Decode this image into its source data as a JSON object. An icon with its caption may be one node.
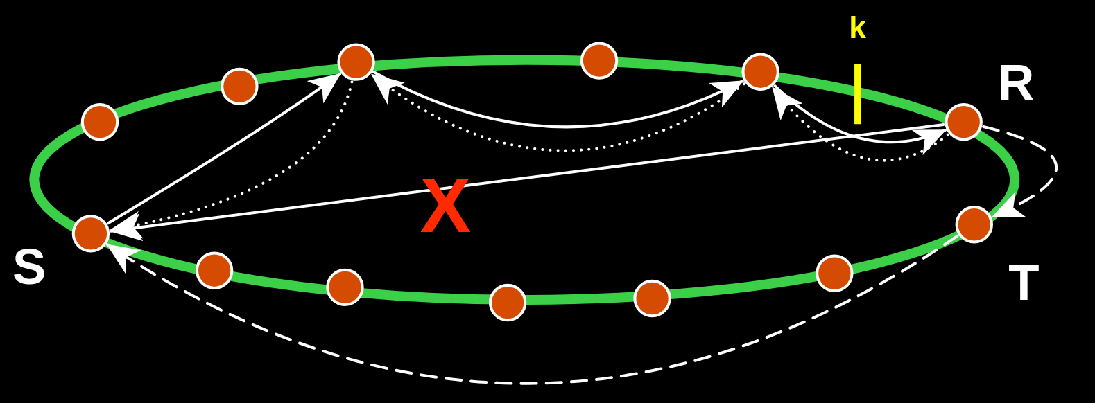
{
  "diagram": {
    "nodes": [
      {
        "text": [],
        "shape": "circle",
        "beside": [
          "S"
        ]
      },
      {
        "text": [],
        "shape": "circle"
      },
      {
        "text": [],
        "shape": "circle"
      },
      {
        "text": [],
        "shape": "circle"
      },
      {
        "text": [],
        "shape": "circle"
      },
      {
        "text": [],
        "shape": "circle"
      },
      {
        "text": [],
        "shape": "circle"
      },
      {
        "text": [],
        "shape": "circle"
      },
      {
        "text": [],
        "shape": "circle"
      },
      {
        "text": [],
        "shape": "circle"
      },
      {
        "text": [],
        "shape": "circle"
      },
      {
        "text": [],
        "shape": "circle",
        "beside": [
          "R"
        ]
      },
      {
        "text": [],
        "shape": "circle",
        "beside": [
          "T"
        ]
      }
    ],
    "edges": [
      {
        "from": 0,
        "to": 5,
        "arrow": "to"
      },
      {
        "from": 5,
        "to": 0,
        "arrow": "to",
        "style": "dashed"
      },
      {
        "from": 5,
        "to": 9,
        "arrow": "to"
      },
      {
        "from": 9,
        "to": 5,
        "arrow": "to",
        "style": "dashed"
      },
      {
        "from": 9,
        "to": 11,
        "arrow": "to"
      },
      {
        "from": 11,
        "to": 9,
        "arrow": "to",
        "style": "dashed"
      },
      {
        "from": 11,
        "to": 0,
        "arrow": "to"
      },
      {
        "from": 11,
        "to": 12,
        "arrow": "to",
        "style": "dashed"
      },
      {
        "from": 12,
        "to": 0,
        "arrow": "to",
        "style": "dashed"
      }
    ],
    "labels": [
      "k",
      "X"
    ]
  }
}
